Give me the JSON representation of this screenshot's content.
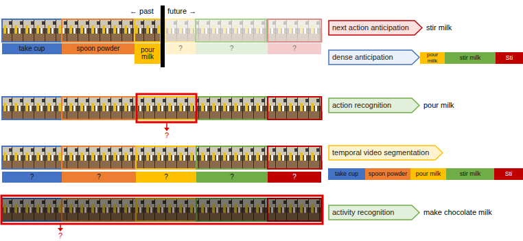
{
  "diagram": {
    "nodes": [
      {
        "text": [
          "take cup"
        ]
      },
      {
        "text": [
          "spoon powder"
        ]
      },
      {
        "text": [
          "pour milk"
        ]
      },
      {
        "text": [
          "?"
        ]
      },
      {
        "text": [
          "?"
        ]
      },
      {
        "text": [
          "?"
        ]
      },
      {
        "text": [
          "next action anticipation"
        ]
      },
      {
        "text": [
          "dense anticipation"
        ]
      },
      {
        "text": [
          "pour milk"
        ]
      },
      {
        "text": [
          "stir milk"
        ]
      },
      {
        "text": [
          "Sti"
        ]
      },
      {
        "text": [
          "action recognition"
        ]
      },
      {
        "text": [
          "?"
        ]
      },
      {
        "text": [
          "?"
        ]
      },
      {
        "text": [
          "?"
        ]
      },
      {
        "text": [
          "?"
        ]
      },
      {
        "text": [
          "?"
        ]
      },
      {
        "text": [
          "temporal video segmentation"
        ]
      },
      {
        "text": [
          "take cup"
        ]
      },
      {
        "text": [
          "spoon powder"
        ]
      },
      {
        "text": [
          "pour milk"
        ]
      },
      {
        "text": [
          "stir milk"
        ]
      },
      {
        "text": [
          "Sti"
        ]
      },
      {
        "text": [
          "activity recognition"
        ]
      }
    ],
    "labels": [
      "← past",
      "future →",
      "stir milk",
      "pour milk",
      "?",
      "make chocolate milk",
      "?"
    ]
  }
}
